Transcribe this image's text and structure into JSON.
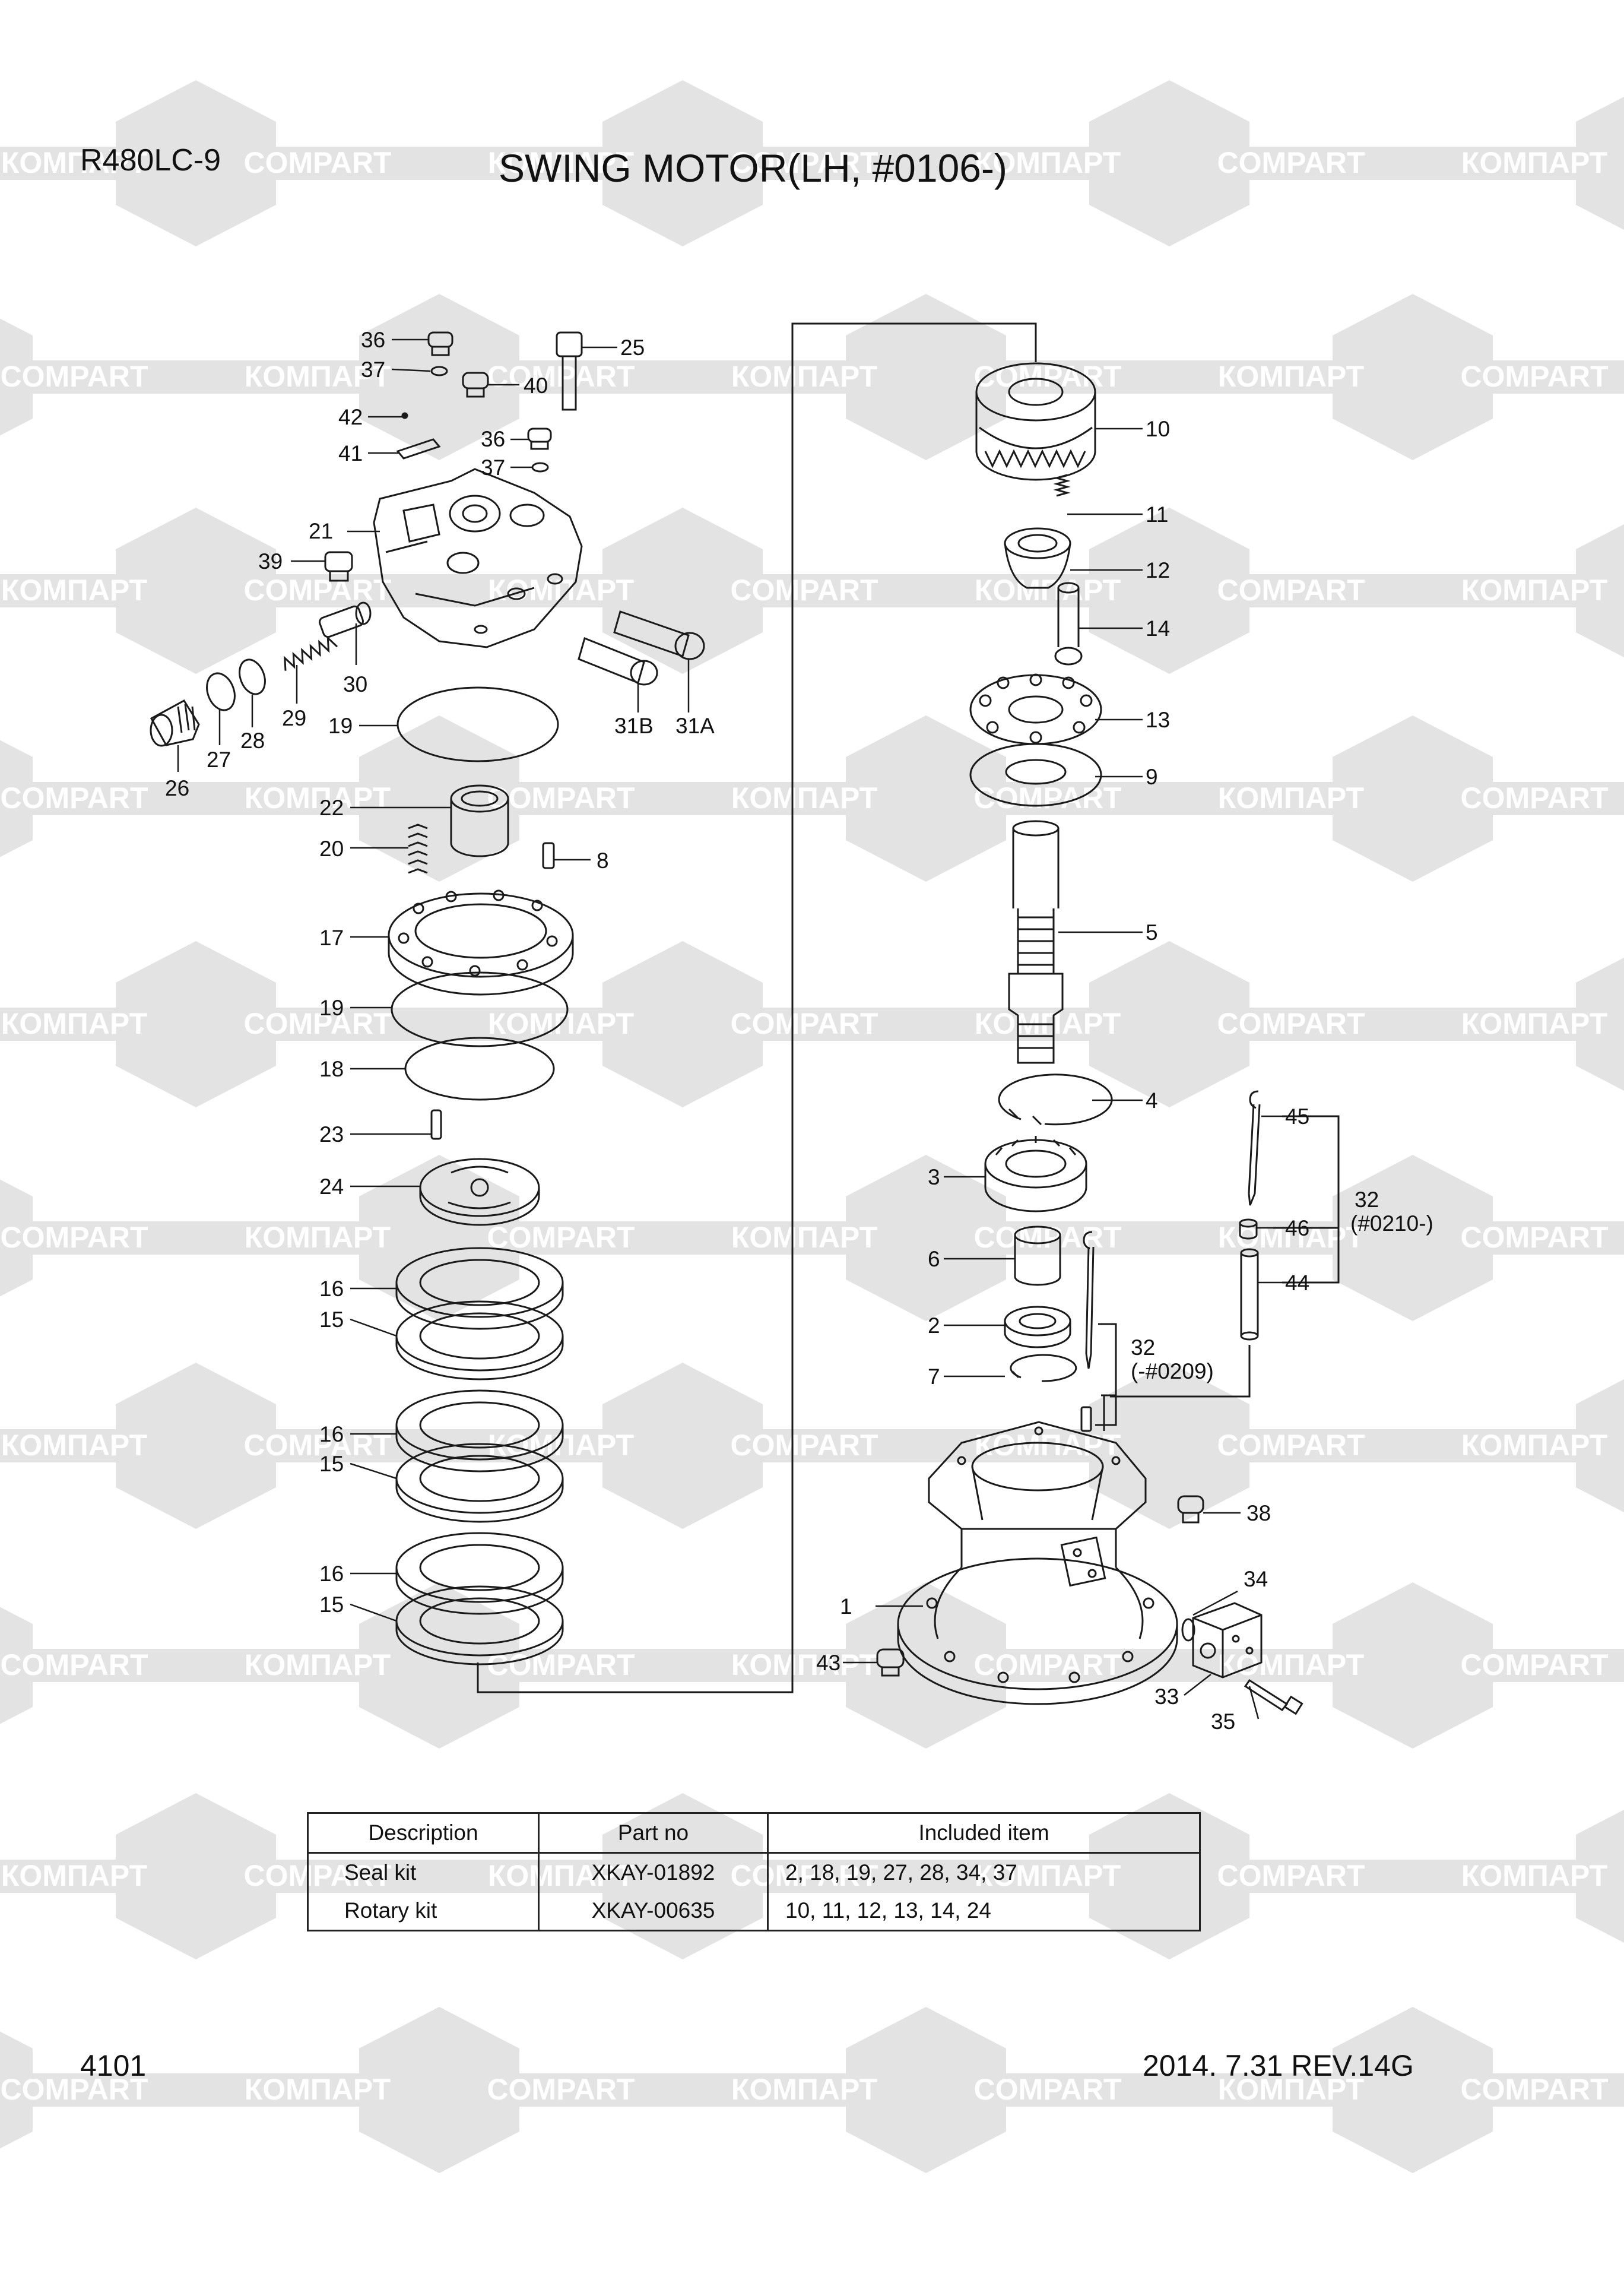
{
  "header": {
    "model": "R480LC-9",
    "title": "SWING MOTOR(LH, #0106-)"
  },
  "footer": {
    "page_number": "4101",
    "revision": "2014. 7.31  REV.14G"
  },
  "watermark": {
    "brand_cyrillic": "КОМПАРТ",
    "brand_latin": "COMPART",
    "color": "#e3e3e3"
  },
  "colors": {
    "line": "#1a1a1a",
    "text": "#111111"
  },
  "callouts": {
    "c36a": "36",
    "c37a": "37",
    "c40": "40",
    "c25": "25",
    "c42": "42",
    "c41": "41",
    "c36b": "36",
    "c37b": "37",
    "c21": "21",
    "c39": "39",
    "c30": "30",
    "c29": "29",
    "c28": "28",
    "c27": "27",
    "c26": "26",
    "c19a": "19",
    "c31b": "31B",
    "c31a": "31A",
    "c22": "22",
    "c20": "20",
    "c8": "8",
    "c17": "17",
    "c19b": "19",
    "c18": "18",
    "c23": "23",
    "c24": "24",
    "c16a": "16",
    "c15a": "15",
    "c16b": "16",
    "c15b": "15",
    "c16c": "16",
    "c15c": "15",
    "c10": "10",
    "c11": "11",
    "c12": "12",
    "c14": "14",
    "c13": "13",
    "c9": "9",
    "c5": "5",
    "c4": "4",
    "c3": "3",
    "c6": "6",
    "c2": "2",
    "c7": "7",
    "c32a": "32",
    "c32a_note": "(-#0209)",
    "c45": "45",
    "c46": "46",
    "c44": "44",
    "c32b": "32",
    "c32b_note": "(#0210-)",
    "c38": "38",
    "c34": "34",
    "c1": "1",
    "c43": "43",
    "c33": "33",
    "c35": "35"
  },
  "kit_table": {
    "headers": [
      "Description",
      "Part no",
      "Included item"
    ],
    "rows": [
      {
        "description": "Seal kit",
        "part_no": "XKAY-01892",
        "items": "2, 18, 19, 27, 28, 34, 37"
      },
      {
        "description": "Rotary kit",
        "part_no": "XKAY-00635",
        "items": "10, 11, 12, 13, 14, 24"
      }
    ]
  }
}
